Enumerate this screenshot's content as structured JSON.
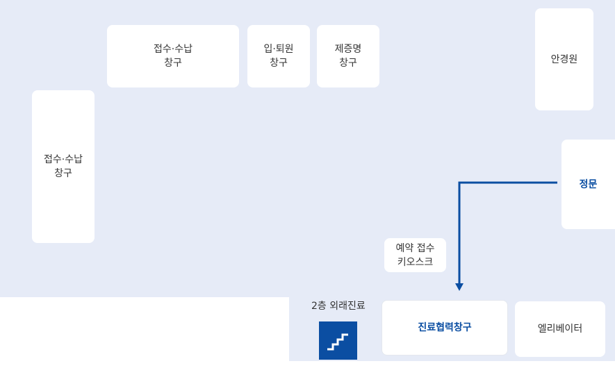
{
  "colors": {
    "background": "#e6ebf7",
    "room": "#ffffff",
    "accent": "#0b4ea2",
    "text": "#333333"
  },
  "rooms": {
    "reception_top": "접수·수납\n창구",
    "admission": "입·퇴원\n창구",
    "certificate": "제증명\n창구",
    "optical": "안경원",
    "reception_left": "접수·수납\n창구",
    "main_gate": "정문",
    "kiosk": "예약 접수\n키오스크",
    "cooperation": "진료협력창구",
    "elevator": "엘리베이터"
  },
  "stairs": {
    "label": "2층 외래진료",
    "icon": "stairs-icon"
  },
  "route": {
    "from": "정문",
    "to": "진료협력창구",
    "icon": "arrow-down-icon"
  }
}
